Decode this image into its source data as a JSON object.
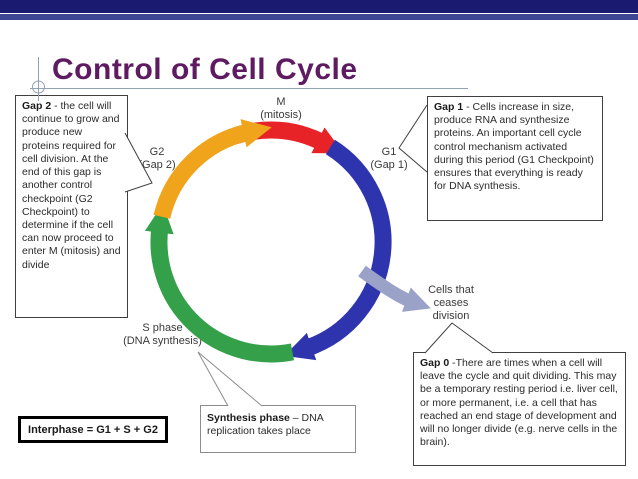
{
  "slide": {
    "title": "Control of Cell Cycle"
  },
  "colors": {
    "top_bar": "#1a1a70",
    "accent_bar": "#3e4694",
    "title": "#5e1b62",
    "m_red": "#e82328",
    "g1_blue": "#2e34ae",
    "s_green": "#34a04a",
    "g2_orange": "#f0a41c",
    "exit_gray": "#9aa2c8",
    "guide_line": "#93a1b5"
  },
  "phase_labels": {
    "m": "M\n(mitosis)",
    "g1": "G1\n(Gap 1)",
    "g2": "G2\n(Gap 2)",
    "s": "S phase\n(DNA synthesis)",
    "exit": "Cells that\nceases\ndivision"
  },
  "callouts": {
    "gap2": {
      "lead": "Gap 2",
      "body": " - the cell will continue to grow and produce new proteins required for cell division. At the end of this gap is another control checkpoint (G2 Checkpoint) to determine if the cell can now proceed to enter M (mitosis) and divide"
    },
    "gap1": {
      "lead": "Gap 1",
      "body": " - Cells increase in size, produce RNA and synthesize proteins. An important cell cycle control mechanism activated during this period (G1 Checkpoint) ensures that everything is ready for DNA synthesis."
    },
    "gap0": {
      "lead": "Gap 0",
      "body": " -There are times when a cell will leave the cycle and quit dividing. This may be a temporary resting period i.e. liver cell, or more permanent, i.e. a cell that has reached an end stage of development and will no longer divide (e.g. nerve cells in the brain)."
    },
    "synthesis": {
      "lead": "Synthesis phase",
      "body": " – DNA replication takes place"
    },
    "interphase": {
      "formula": "Interphase = G1 + S + G2"
    }
  }
}
